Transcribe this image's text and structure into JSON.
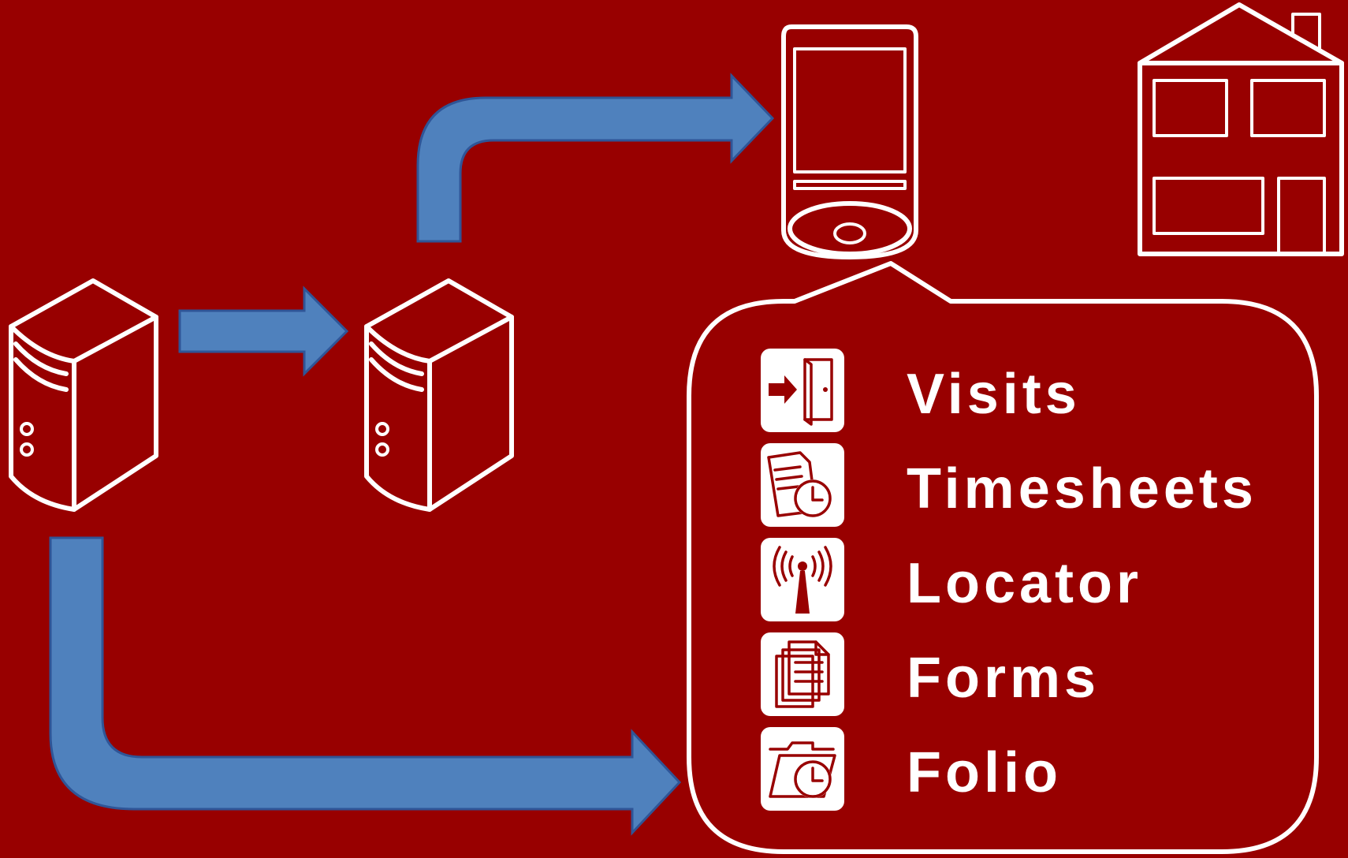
{
  "colors": {
    "background": "#980000",
    "outline": "#ffffff",
    "arrow_fill": "#4f81bd",
    "arrow_stroke": "#2f5597"
  },
  "icons": {
    "primary_server": "server-icon",
    "secondary_server": "server-icon",
    "handheld_device": "handheld-device-icon",
    "house": "house-icon"
  },
  "menu": {
    "items": [
      {
        "label": "Visits",
        "icon": "door-enter-icon"
      },
      {
        "label": "Timesheets",
        "icon": "document-clock-icon"
      },
      {
        "label": "Locator",
        "icon": "signal-tower-icon"
      },
      {
        "label": "Forms",
        "icon": "stacked-documents-icon"
      },
      {
        "label": "Folio",
        "icon": "folder-clock-icon"
      }
    ]
  }
}
